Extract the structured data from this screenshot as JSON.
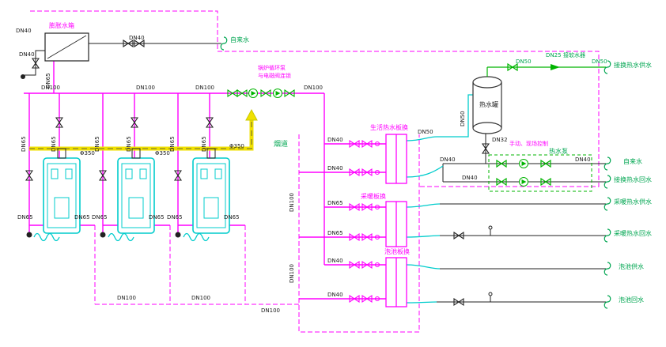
{
  "colors": {
    "pipe_magenta": "#ff00ff",
    "pipe_cyan": "#00cccc",
    "pipe_green": "#00b400",
    "text_green": "#00a651",
    "flue_yellow": "#f0e000",
    "line_black": "#222222"
  },
  "equipment": {
    "expansion_tank": "膨胀水箱",
    "hot_water_tank": "热水罐",
    "dhw_exchanger": "生活热水板换",
    "heating_exchanger": "采暖板换",
    "pool_exchanger": "泡池板换",
    "flue": "烟道",
    "hot_water_pump": "热水泵",
    "softener": "接软水器",
    "flue_diameter": "Φ350"
  },
  "notes": {
    "pump_interlock_line1": "锅炉循环泵",
    "pump_interlock_line2": "与电磁阀连锁",
    "manual_control": "手动、现场控制"
  },
  "outlets": {
    "tap_water_top": "自来水",
    "hx_supply": "接换热水供水",
    "tap_water": "自来水",
    "hx_return": "接换热水回水",
    "heating_supply": "采暖热水供水",
    "heating_return": "采暖热水回水",
    "pool_supply": "泡池供水",
    "pool_return": "泡池回水"
  },
  "pipe_sizes": {
    "dn25": "DN25",
    "dn32": "DN32",
    "dn40": "DN40",
    "dn50": "DN50",
    "dn65": "DN65",
    "dn100": "DN100"
  }
}
